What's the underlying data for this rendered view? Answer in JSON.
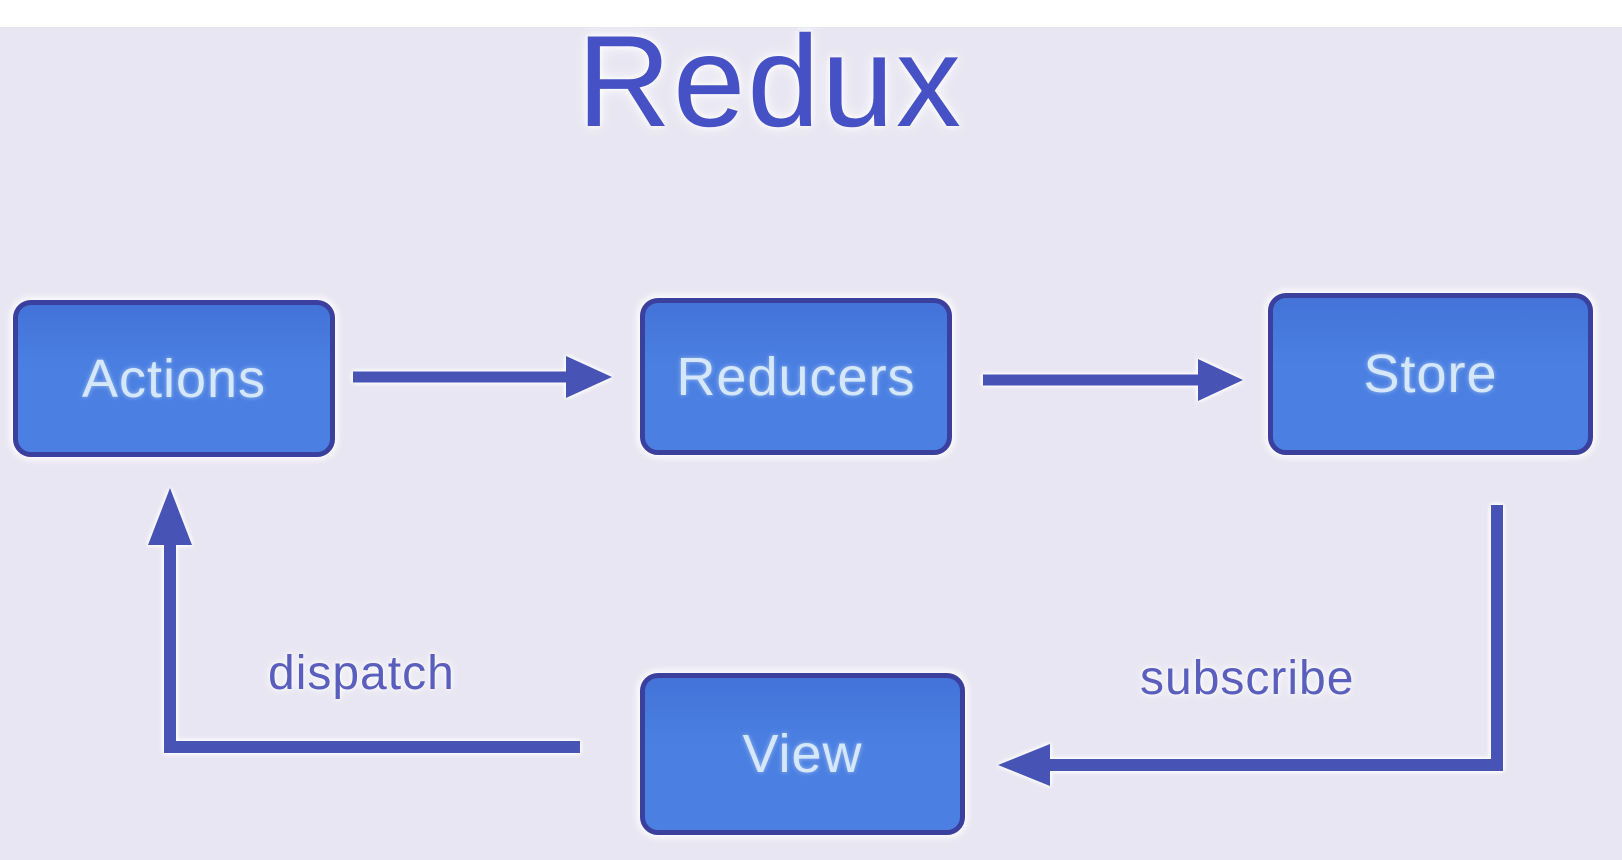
{
  "title": "Redux",
  "colors": {
    "page_bg": "#e8e6f2",
    "top_strip": "#ffffff",
    "box_fill": "#4b80e2",
    "box_fill_dark": "#4373d8",
    "box_border": "#3b3f9e",
    "box_text": "#d5e7fa",
    "arrow": "#4754b6",
    "title_text": "#4751c6",
    "label_text": "#5a5fbe"
  },
  "nodes": [
    {
      "id": "actions",
      "label": "Actions"
    },
    {
      "id": "reducers",
      "label": "Reducers"
    },
    {
      "id": "store",
      "label": "Store"
    },
    {
      "id": "view",
      "label": "View"
    }
  ],
  "edges": [
    {
      "from": "Actions",
      "to": "Reducers",
      "label": ""
    },
    {
      "from": "Reducers",
      "to": "Store",
      "label": ""
    },
    {
      "from": "Store",
      "to": "View",
      "label": "subscribe"
    },
    {
      "from": "View",
      "to": "Actions",
      "label": "dispatch"
    }
  ]
}
